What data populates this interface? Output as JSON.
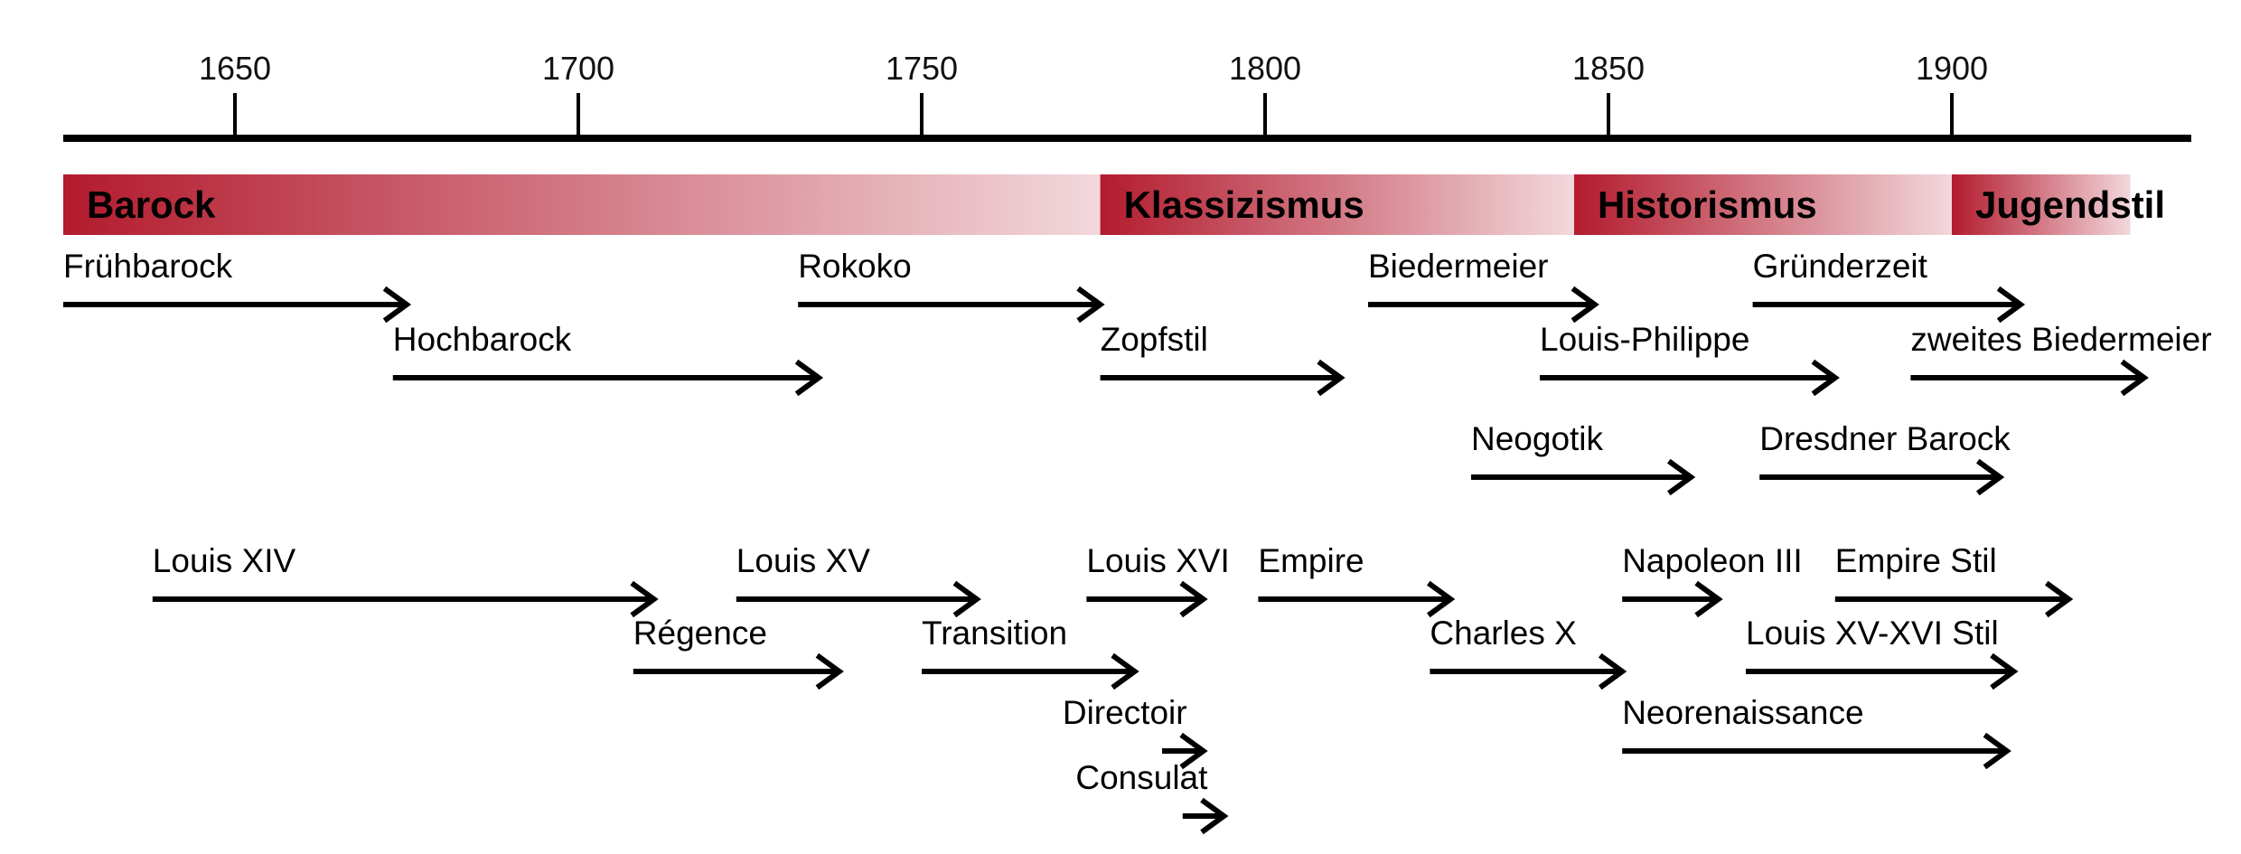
{
  "axis": {
    "ticks": [
      {
        "year": 1650,
        "label": "1650"
      },
      {
        "year": 1700,
        "label": "1700"
      },
      {
        "year": 1750,
        "label": "1750"
      },
      {
        "year": 1800,
        "label": "1800"
      },
      {
        "year": 1850,
        "label": "1850"
      },
      {
        "year": 1900,
        "label": "1900"
      }
    ],
    "range": [
      1625,
      1935
    ]
  },
  "colors": {
    "era_dark": "#b31b2e",
    "era_light": "#f2d8dc",
    "line": "#000000",
    "text": "#000000"
  },
  "eras": [
    {
      "label": "Barock",
      "start": 1625,
      "end": 1776
    },
    {
      "label": "Klassizismus",
      "start": 1776,
      "end": 1845
    },
    {
      "label": "Historismus",
      "start": 1845,
      "end": 1900
    },
    {
      "label": "Jugendstil",
      "start": 1900,
      "end": 1926
    }
  ],
  "styles": [
    {
      "label": "Frühbarock",
      "start": 1625,
      "end": 1675,
      "row": 0
    },
    {
      "label": "Rokoko",
      "start": 1732,
      "end": 1776,
      "row": 0
    },
    {
      "label": "Biedermeier",
      "start": 1815,
      "end": 1848,
      "row": 0
    },
    {
      "label": "Gründerzeit",
      "start": 1871,
      "end": 1910,
      "row": 0
    },
    {
      "label": "Hochbarock",
      "start": 1673,
      "end": 1735,
      "row": 1
    },
    {
      "label": "Zopfstil",
      "start": 1776,
      "end": 1811,
      "row": 1
    },
    {
      "label": "Louis-Philippe",
      "start": 1840,
      "end": 1883,
      "row": 1
    },
    {
      "label": "zweites Biedermeier",
      "start": 1894,
      "end": 1928,
      "row": 1
    },
    {
      "label": "Neogotik",
      "start": 1830,
      "end": 1862,
      "row": 2
    },
    {
      "label": "Dresdner Barock",
      "start": 1872,
      "end": 1907,
      "row": 2
    },
    {
      "label": "Louis XIV",
      "start": 1638,
      "end": 1711,
      "row": 3
    },
    {
      "label": "Louis XV",
      "start": 1723,
      "end": 1758,
      "row": 3
    },
    {
      "label": "Louis XVI",
      "start": 1774,
      "end": 1791,
      "row": 3
    },
    {
      "label": "Empire",
      "start": 1799,
      "end": 1827,
      "row": 3
    },
    {
      "label": "Napoleon III",
      "start": 1852,
      "end": 1866,
      "row": 3
    },
    {
      "label": "Empire Stil",
      "start": 1883,
      "end": 1917,
      "row": 3
    },
    {
      "label": "Régence",
      "start": 1708,
      "end": 1738,
      "row": 4
    },
    {
      "label": "Transition",
      "start": 1750,
      "end": 1781,
      "row": 4
    },
    {
      "label": "Charles X",
      "start": 1824,
      "end": 1852,
      "row": 4
    },
    {
      "label": "Louis XV-XVI Stil",
      "start": 1870,
      "end": 1909,
      "row": 4
    },
    {
      "label": "Directoir",
      "start": 1785,
      "end": 1791,
      "row": 5
    },
    {
      "label": "Neorenaissance",
      "start": 1852,
      "end": 1908,
      "row": 5
    },
    {
      "label": "Consulat",
      "start": 1788,
      "end": 1794,
      "row": 6
    }
  ]
}
